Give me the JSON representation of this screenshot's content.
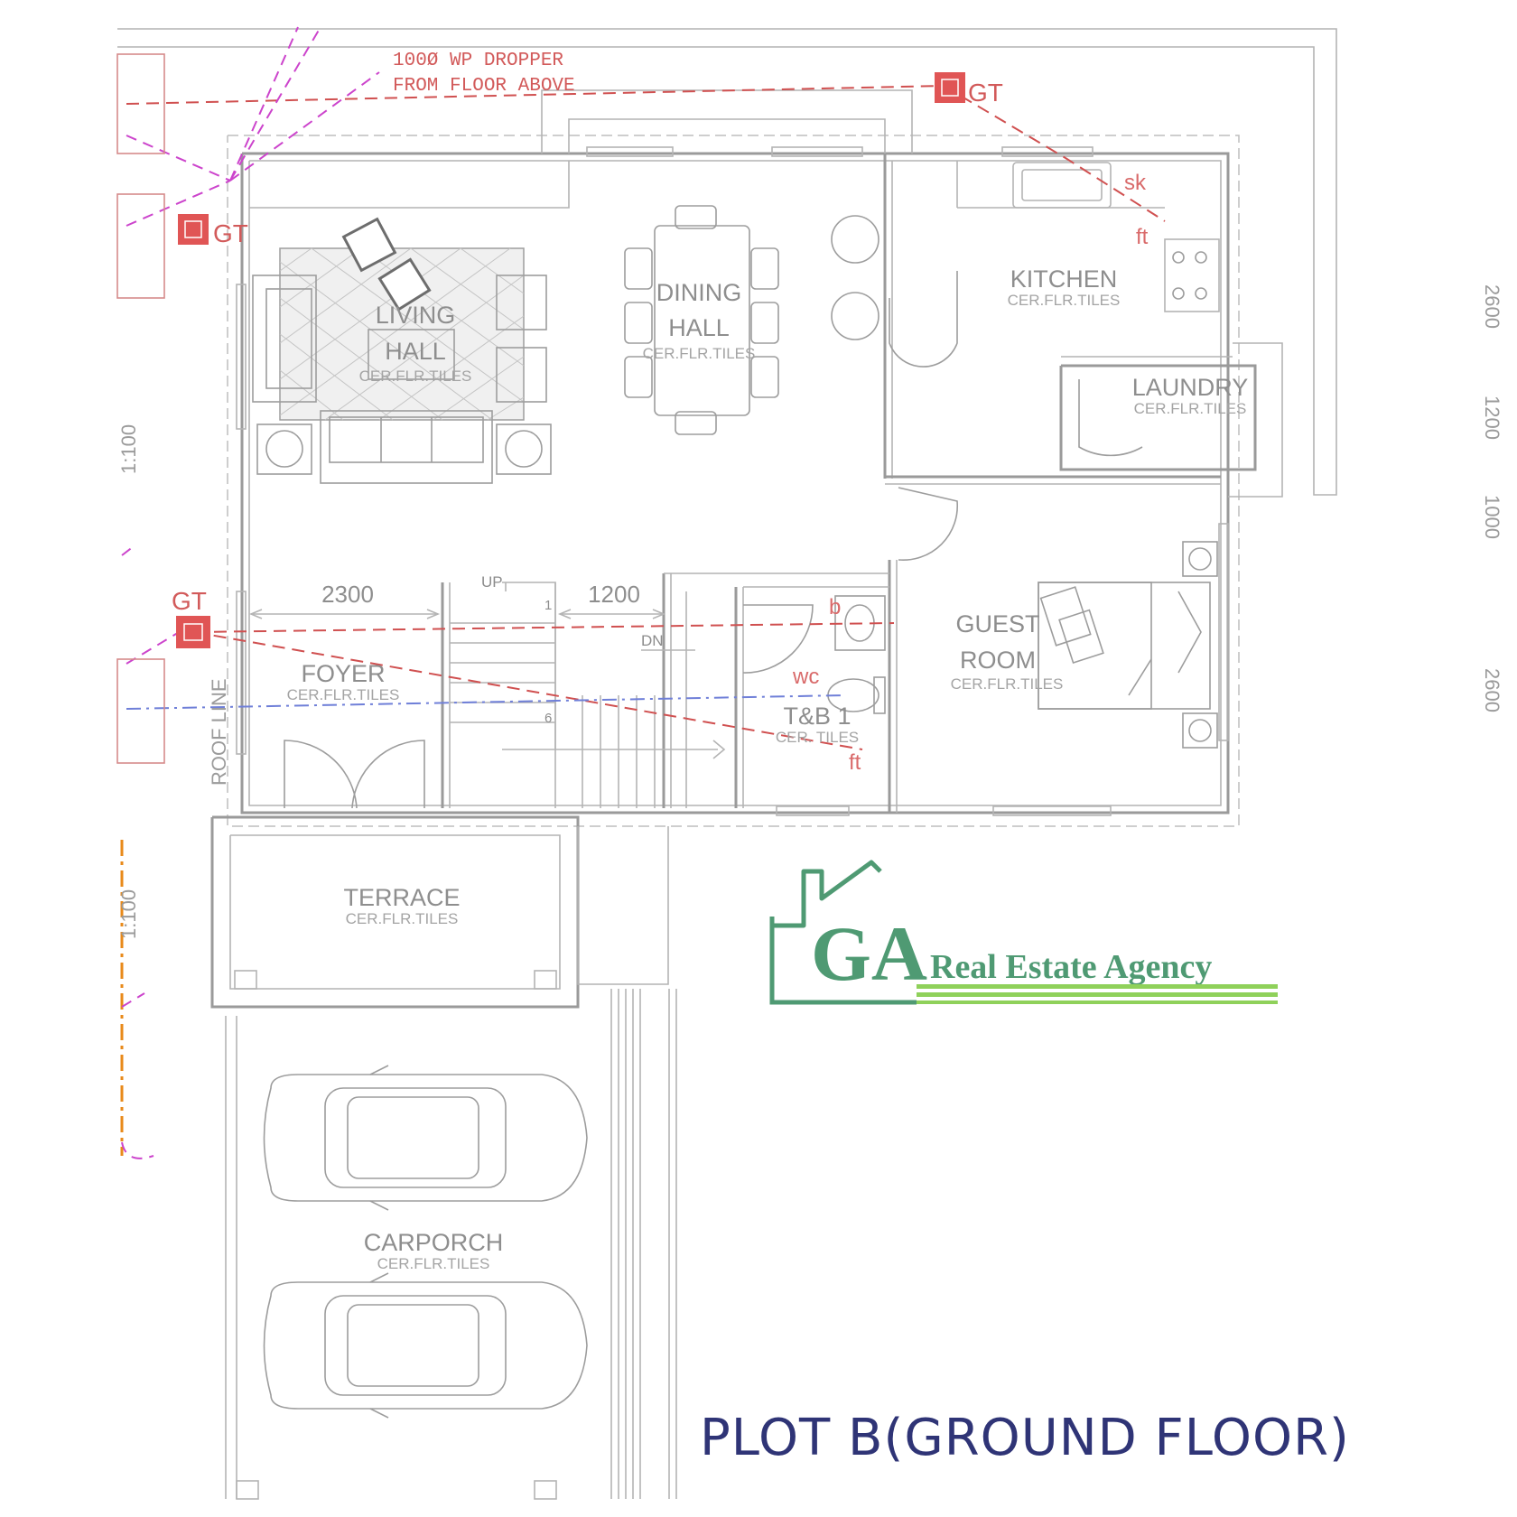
{
  "title": "PLOT B(GROUND FLOOR)",
  "brand": {
    "initials": "GA",
    "name": "Real Estate Agency",
    "colors": {
      "green": "#4f9a73",
      "lime": "#8fd15a"
    }
  },
  "colors": {
    "wall": "#9a9a9a",
    "plumbing": "#d05050",
    "title": "#2f3476"
  },
  "rooms": {
    "living": {
      "line1": "LIVING",
      "line2": "HALL",
      "finish": "CER.FLR.TILES"
    },
    "dining": {
      "line1": "DINING",
      "line2": "HALL",
      "finish": "CER.FLR.TILES"
    },
    "kitchen": {
      "name": "KITCHEN",
      "finish": "CER.FLR.TILES"
    },
    "laundry": {
      "name": "LAUNDRY",
      "finish": "CER.FLR.TILES"
    },
    "foyer": {
      "name": "FOYER",
      "finish": "CER.FLR.TILES"
    },
    "toilet": {
      "name": "T&B 1",
      "finish": "CER. TILES"
    },
    "guest": {
      "line1": "GUEST",
      "line2": "ROOM",
      "finish": "CER.FLR.TILES"
    },
    "terrace": {
      "name": "TERRACE",
      "finish": "CER.FLR.TILES"
    },
    "carporch": {
      "name": "CARPORCH",
      "finish": "CER.FLR.TILES"
    }
  },
  "dimensions": {
    "foyer_width": "2300",
    "stair_width": "1200"
  },
  "stairs": {
    "up": "UP",
    "down": "DN",
    "step_first": "1",
    "step_sixth": "6"
  },
  "annotations": {
    "dropper_line1": "100Ø WP DROPPER",
    "dropper_line2": "FROM FLOOR ABOVE",
    "gully_trap": "GT",
    "sink": "sk",
    "floor_trap": "ft",
    "basin": "b",
    "water_closet": "wc",
    "roof_line": "ROOF LINE",
    "slope_top": "1:100",
    "slope_bottom": "1:100"
  },
  "right_dims": [
    "2600",
    "1200",
    "1000",
    "2600"
  ]
}
